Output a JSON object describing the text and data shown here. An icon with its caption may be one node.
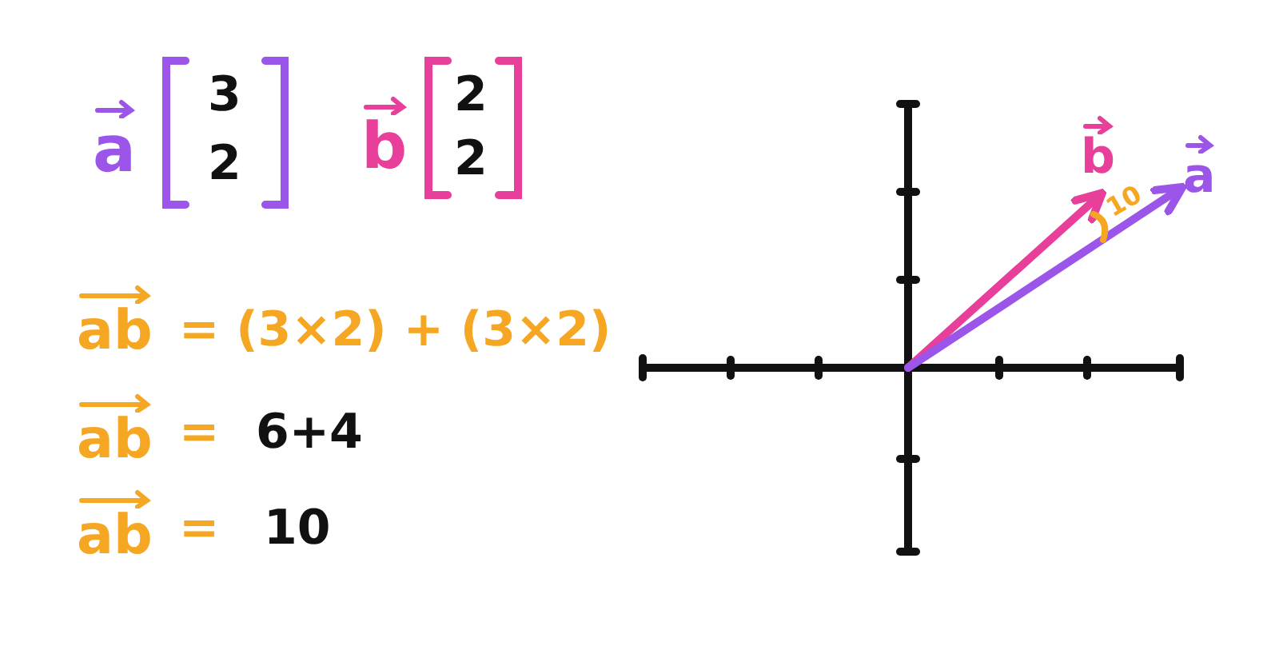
{
  "diagram": {
    "labels": [
      "a",
      "3",
      "2",
      "b",
      "2",
      "2",
      "ab",
      "= (3×2) + (3×2)",
      "ab",
      "=",
      "6+4",
      "ab",
      "=",
      "10",
      "b",
      "a",
      "10"
    ]
  }
}
